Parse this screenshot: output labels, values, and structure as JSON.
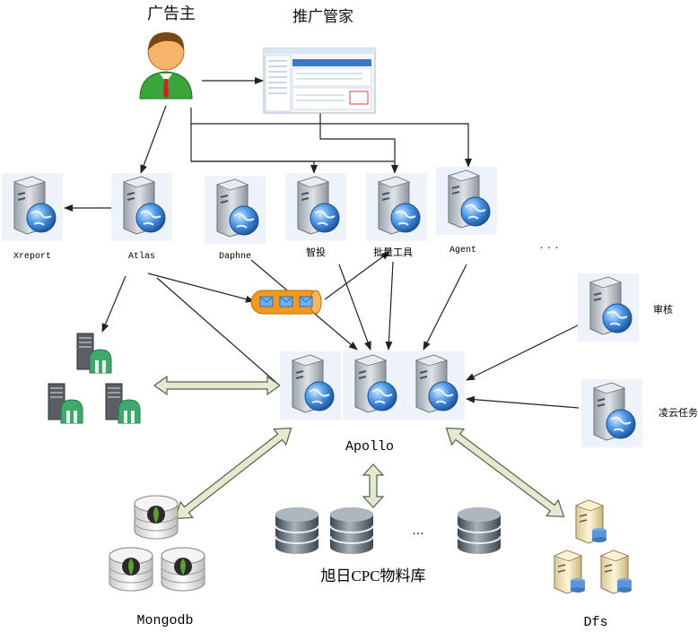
{
  "labels": {
    "advertiser": "广告主",
    "promo_manager": "推广管家",
    "xreport": "Xreport",
    "atlas": "Atlas",
    "daphne": "Daphne",
    "zhitou": "智投",
    "batch_tool": "批量工具",
    "agent": "Agent",
    "more_top": "· · ·",
    "review": "审核",
    "lingyun_task": "凌云任务",
    "apollo": "Apollo",
    "mongodb": "Mongodb",
    "cpc_db": "旭日CPC物料库",
    "more_db": "...",
    "dfs": "Dfs"
  },
  "colors": {
    "arrow_line": "#222222",
    "double_arrow_fill": "#e4ead0",
    "double_arrow_stroke": "#55604a",
    "server_body": "#b8bec6",
    "globe": "#3a86d8",
    "queue_fill": "#f39a1e",
    "mongo_leaf": "#4c8a2c",
    "db_cylinder": "#5f6a74"
  },
  "icons": [
    "user-icon",
    "browser-screenshot-icon",
    "server-globe-icon",
    "message-queue-icon",
    "server-cluster-icon",
    "mongodb-stack-icon",
    "database-cylinder-icon",
    "dfs-server-icon"
  ]
}
